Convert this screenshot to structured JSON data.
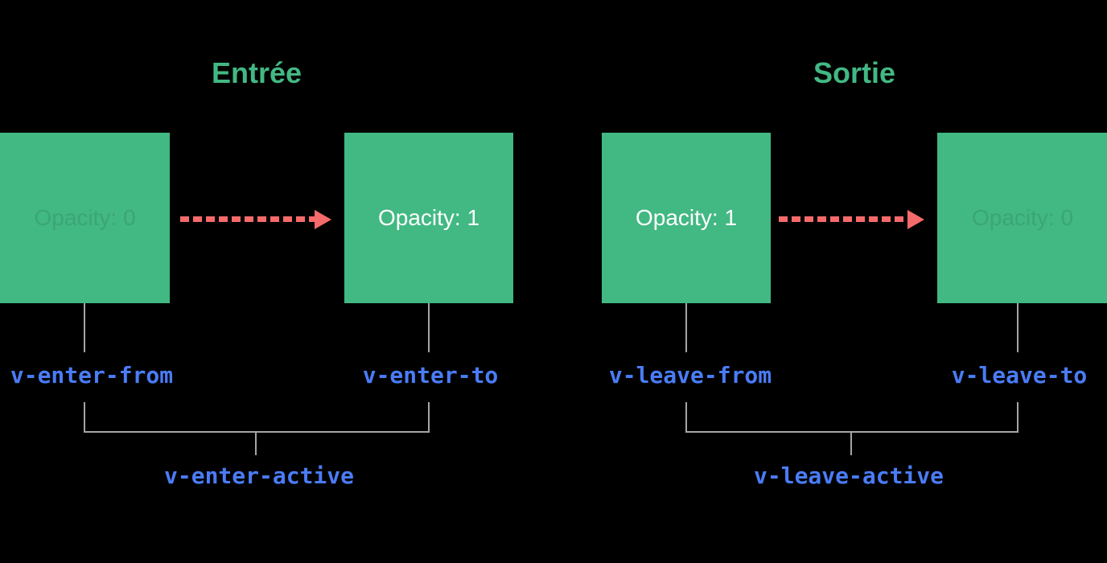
{
  "diagram": {
    "description": "Vue transition classes timeline diagram",
    "background": "#000000",
    "colors": {
      "box_green": "#42b883",
      "title_green": "#42b883",
      "class_label_blue": "#4a7cf6",
      "arrow_red": "#f56a6a",
      "connector_gray": "#a5a5a5",
      "box_text_solid": "#ffffff",
      "box_text_faded": "rgba(0,0,0,0.10)"
    },
    "enter": {
      "title": "Entrée",
      "from_box": {
        "label": "Opacity: 0",
        "state": "faded"
      },
      "to_box": {
        "label": "Opacity: 1",
        "state": "solid"
      },
      "from_class": "v-enter-from",
      "to_class": "v-enter-to",
      "active_class": "v-enter-active"
    },
    "leave": {
      "title": "Sortie",
      "from_box": {
        "label": "Opacity: 1",
        "state": "solid"
      },
      "to_box": {
        "label": "Opacity: 0",
        "state": "faded"
      },
      "from_class": "v-leave-from",
      "to_class": "v-leave-to",
      "active_class": "v-leave-active"
    }
  }
}
